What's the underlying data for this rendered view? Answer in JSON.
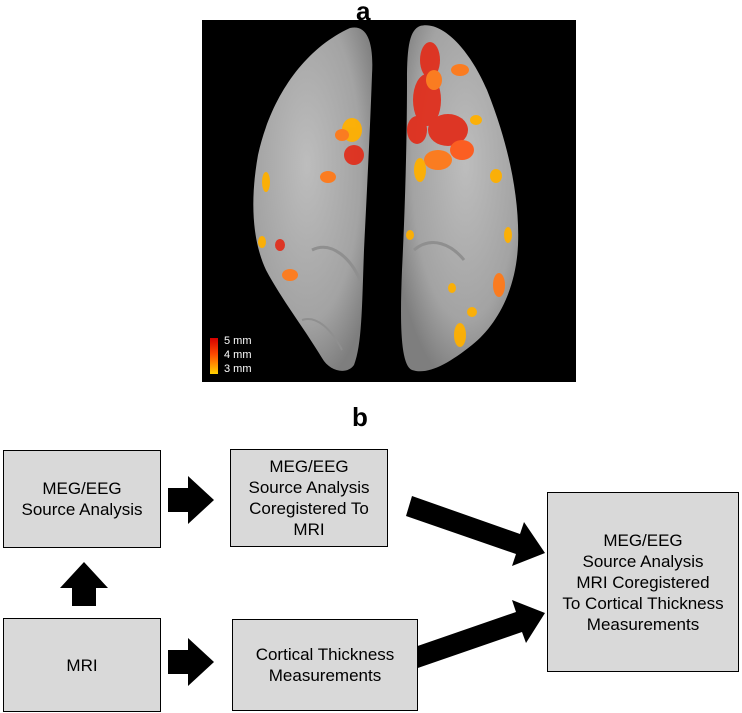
{
  "panels": {
    "a": "a",
    "b": "b"
  },
  "scale": {
    "high": "5 mm",
    "mid": "4 mm",
    "low": "3 mm"
  },
  "boxes": {
    "source": "MEG/EEG\nSource Analysis",
    "coregistered": "MEG/EEG\nSource Analysis\nCoregistered To\nMRI",
    "mri": "MRI",
    "thickness": "Cortical Thickness\nMeasurements",
    "final": "MEG/EEG\nSource Analysis\nMRI Coregistered\nTo Cortical Thickness\nMeasurements"
  },
  "colors": {
    "box_fill": "#d9d9d9",
    "brain_bg": "#000000",
    "hemisphere": "#a6a6a6",
    "activation_high": "#e0301e",
    "activation_low": "#ffb000"
  }
}
